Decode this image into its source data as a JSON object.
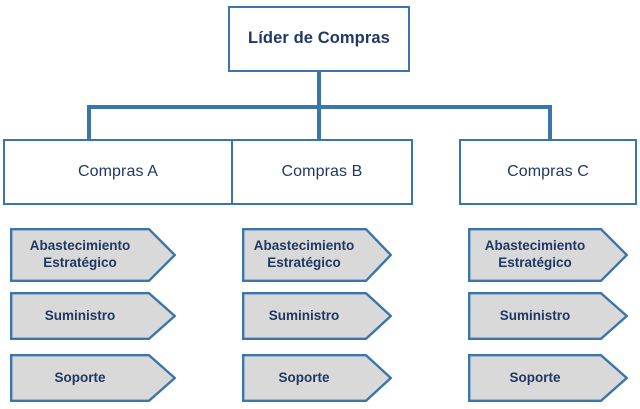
{
  "diagram": {
    "title_text": "Líder de Compras",
    "colors": {
      "border_blue": "#3a76ab",
      "text_navy": "#1f3864",
      "chevron_fill": "#d9d9d9",
      "background": "#ffffff"
    },
    "root": {
      "label": "Líder de Compras"
    },
    "units": [
      {
        "label": "Compras A",
        "functions": [
          {
            "lines": [
              "Abastecimiento",
              "Estratégico"
            ]
          },
          {
            "lines": [
              "Suministro"
            ]
          },
          {
            "lines": [
              "Soporte"
            ]
          }
        ]
      },
      {
        "label": "Compras B",
        "functions": [
          {
            "lines": [
              "Abastecimiento",
              "Estratégico"
            ]
          },
          {
            "lines": [
              "Suministro"
            ]
          },
          {
            "lines": [
              "Soporte"
            ]
          }
        ]
      },
      {
        "label": "Compras C",
        "functions": [
          {
            "lines": [
              "Abastecimiento",
              "Estratégico"
            ]
          },
          {
            "lines": [
              "Suministro"
            ]
          },
          {
            "lines": [
              "Soporte"
            ]
          }
        ]
      }
    ]
  }
}
